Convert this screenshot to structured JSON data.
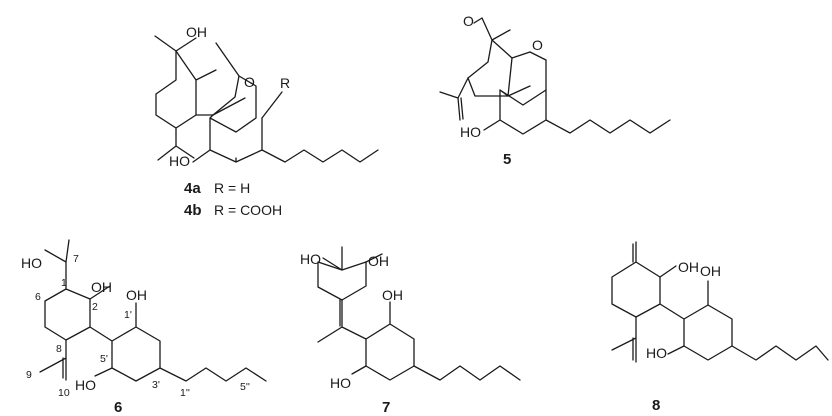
{
  "atoms": {
    "oh": "OH",
    "ho": "HO",
    "o": "O",
    "r": "R"
  },
  "compounds": {
    "c4a": {
      "label": "4a",
      "rdef": "R = H"
    },
    "c4b": {
      "label": "4b",
      "rdef": "R = COOH"
    },
    "c5": {
      "label": "5"
    },
    "c6": {
      "label": "6",
      "numbering": {
        "n7": "7",
        "n1": "1",
        "n2": "2",
        "n6": "6",
        "n1p": "1'",
        "n8": "8",
        "n5p": "5'",
        "n3p": "3'",
        "n1pp": "1''",
        "n5pp": "5''",
        "n9": "9",
        "n10": "10"
      }
    },
    "c7": {
      "label": "7"
    },
    "c8": {
      "label": "8"
    }
  }
}
